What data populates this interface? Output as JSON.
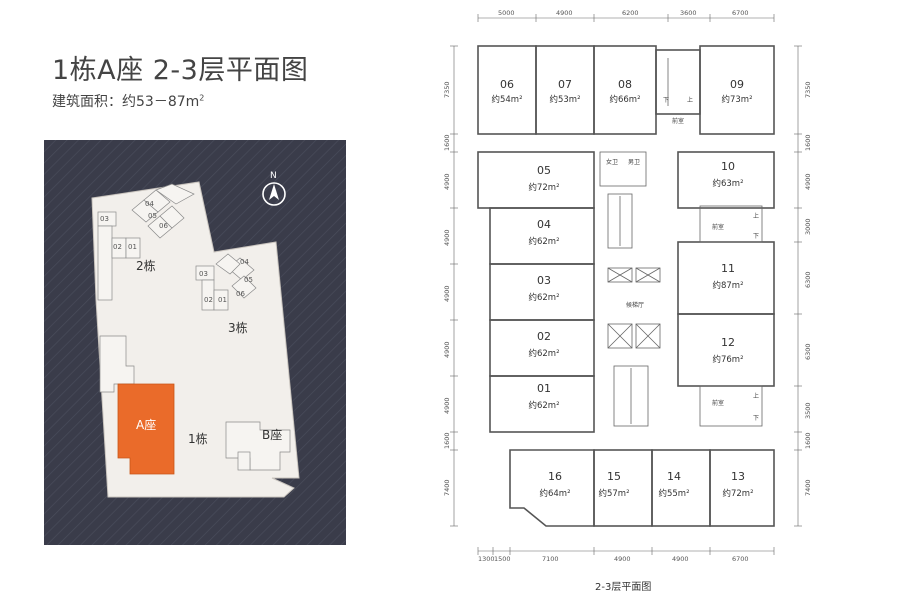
{
  "title": "1栋A座 2-3层平面图",
  "subtitle": {
    "prefix": "建筑面积：约53－87m",
    "sup": "2"
  },
  "site_plan": {
    "building2": {
      "label": "2栋",
      "units": [
        "03",
        "02",
        "01",
        "04",
        "05",
        "06"
      ]
    },
    "building3": {
      "label": "3栋",
      "units": [
        "03",
        "02",
        "01",
        "04",
        "05",
        "06"
      ]
    },
    "building1": {
      "label": "1栋"
    },
    "zone_a": {
      "label": "A座",
      "color": "#ea6b2a"
    },
    "zone_b": {
      "label": "B座"
    },
    "north": "N"
  },
  "floor_plan": {
    "caption": "2-3层平面图",
    "top_dims": [
      "5000",
      "4900",
      "6200",
      "3600",
      "6700"
    ],
    "bottom_dims": [
      "1300",
      "1500",
      "7100",
      "4900",
      "4900",
      "6700"
    ],
    "left_dims": [
      "7350",
      "1600",
      "4900",
      "4900",
      "4900",
      "4900",
      "4900",
      "1600",
      "7400"
    ],
    "right_dims": [
      "7350",
      "1600",
      "4900",
      "3000",
      "6300",
      "6300",
      "3500",
      "1600",
      "7400"
    ],
    "units": [
      {
        "no": "06",
        "area": "约54m²"
      },
      {
        "no": "07",
        "area": "约53m²"
      },
      {
        "no": "08",
        "area": "约66m²"
      },
      {
        "no": "09",
        "area": "约73m²"
      },
      {
        "no": "05",
        "area": "约72m²"
      },
      {
        "no": "10",
        "area": "约63m²"
      },
      {
        "no": "04",
        "area": "约62m²"
      },
      {
        "no": "11",
        "area": "约87m²"
      },
      {
        "no": "03",
        "area": "约62m²"
      },
      {
        "no": "02",
        "area": "约62m²"
      },
      {
        "no": "12",
        "area": "约76m²"
      },
      {
        "no": "01",
        "area": "约62m²"
      },
      {
        "no": "16",
        "area": "约64m²"
      },
      {
        "no": "15",
        "area": "约57m²"
      },
      {
        "no": "14",
        "area": "约55m²"
      },
      {
        "no": "13",
        "area": "约72m²"
      }
    ],
    "rooms": {
      "front_room": "前室",
      "female_wc": "女卫",
      "male_wc": "男卫",
      "elevator_hall": "候梯厅",
      "up": "上",
      "down": "下"
    }
  }
}
